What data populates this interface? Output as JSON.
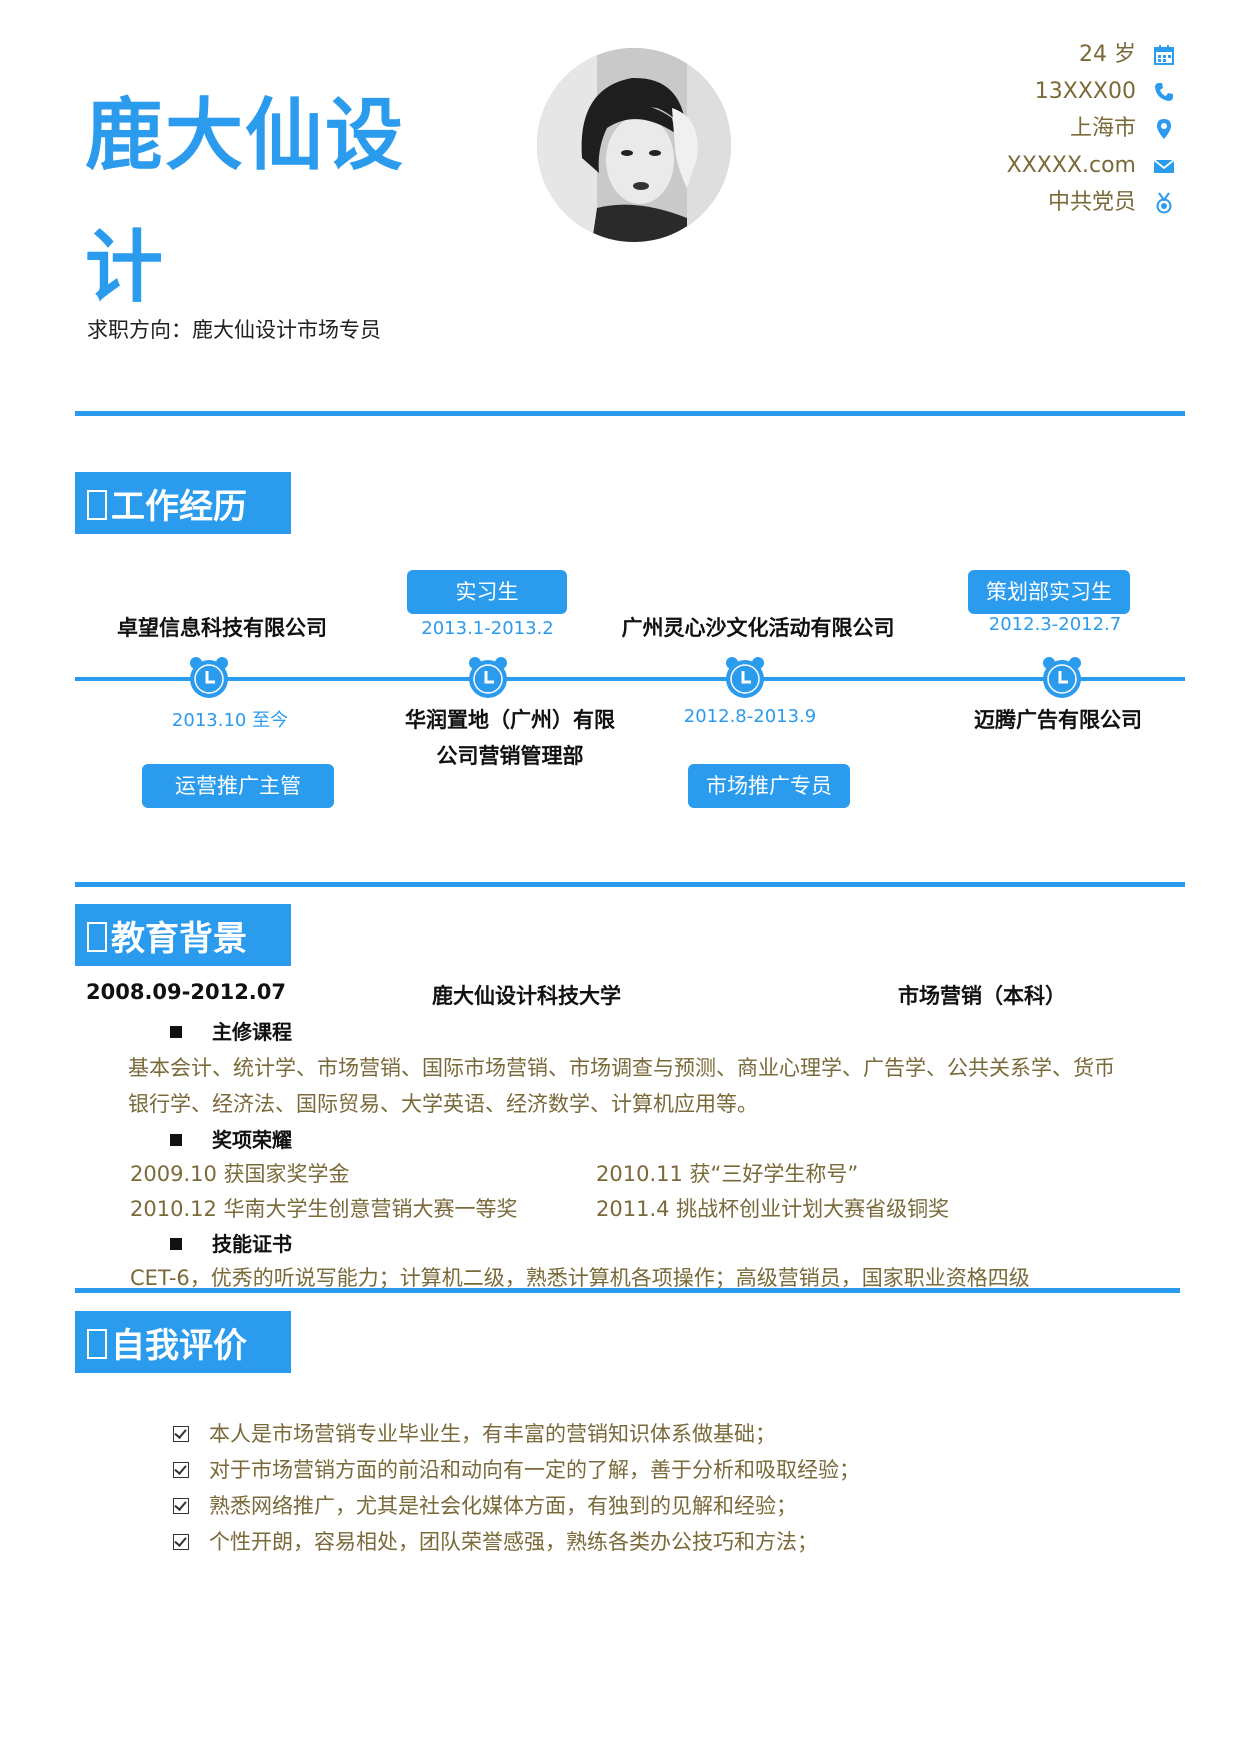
{
  "header": {
    "name": "鹿大仙设计",
    "objective": "求职方向：鹿大仙设计市场专员"
  },
  "contact": [
    {
      "text": "24 岁",
      "icon": "calendar-icon"
    },
    {
      "text": "13XXX00",
      "icon": "phone-icon"
    },
    {
      "text": "上海市",
      "icon": "location-icon"
    },
    {
      "text": "XXXXX.com",
      "icon": "mail-icon"
    },
    {
      "text": "中共党员",
      "icon": "medal-icon"
    }
  ],
  "sections": {
    "work": "工作经历",
    "education": "教育背景",
    "self": "自我评价"
  },
  "work": [
    {
      "company": "卓望信息科技有限公司",
      "date": "2013.10 至今",
      "position": "运营推广主管"
    },
    {
      "company": "华润置地（广州）有限公司营销管理部",
      "date": "2013.1-2013.2",
      "position": "实习生"
    },
    {
      "company": "广州灵心沙文化活动有限公司",
      "date": "2012.8-2013.9",
      "position": "市场推广专员"
    },
    {
      "company": "迈腾广告有限公司",
      "date": "2012.3-2012.7",
      "position": "策划部实习生"
    }
  ],
  "education": {
    "period": "2008.09-2012.07",
    "school": "鹿大仙设计科技大学",
    "major": "市场营销（本科）",
    "courses_title": "主修课程",
    "courses_line1": "基本会计、统计学、市场营销、国际市场营销、市场调查与预测、商业心理学、广告学、公共关系学、货币",
    "courses_line2": "银行学、经济法、国际贸易、大学英语、经济数学、计算机应用等。",
    "awards_title": "奖项荣耀",
    "awards": [
      "2009.10 获国家奖学金",
      "2010.11 获“三好学生称号”",
      "2010.12 华南大学生创意营销大赛一等奖",
      "2011.4 挑战杯创业计划大赛省级铜奖"
    ],
    "skills_title": "技能证书",
    "skills": "CET-6，优秀的听说写能力；计算机二级，熟悉计算机各项操作；高级营销员，国家职业资格四级"
  },
  "self_eval": [
    "本人是市场营销专业毕业生，有丰富的营销知识体系做基础；",
    "对于市场营销方面的前沿和动向有一定的了解，善于分析和吸取经验；",
    "熟悉网络推广，尤其是社会化媒体方面，有独到的见解和经验；",
    "个性开朗，容易相处，团队荣誉感强，熟练各类办公技巧和方法；"
  ],
  "colors": {
    "accent": "#2b9bee",
    "text_olive": "#7a6a3a"
  }
}
